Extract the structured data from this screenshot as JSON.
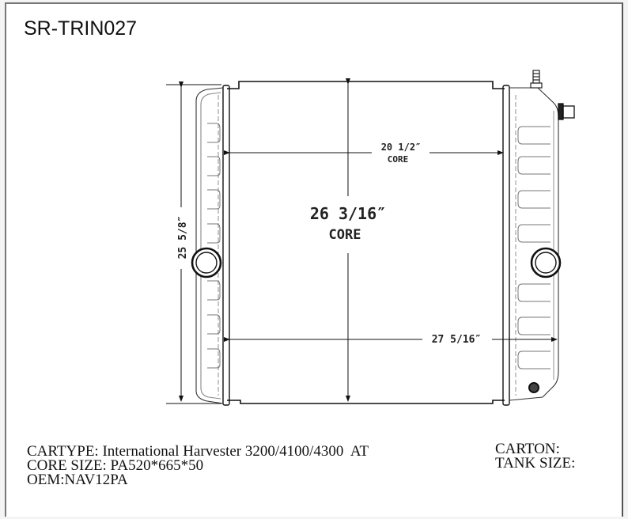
{
  "document": {
    "part_number": "SR-TRIN027"
  },
  "drawing": {
    "subject": "radiator",
    "dimensions": {
      "core_width": {
        "value": "20 1/2″",
        "label": "CORE"
      },
      "core_height": {
        "value": "26 3/16″",
        "label": "CORE"
      },
      "overall_width": {
        "value": "27 5/16″"
      },
      "overall_height": {
        "value": "25 5/8″"
      }
    }
  },
  "specs": {
    "cartype": "CARTYPE: International Harvester 3200/4100/4300  AT",
    "core_size": "CORE SIZE: PA520*665*50",
    "oem": "OEM:NAV12PA",
    "carton": "CARTON:",
    "tank_size": "TANK SIZE:"
  }
}
